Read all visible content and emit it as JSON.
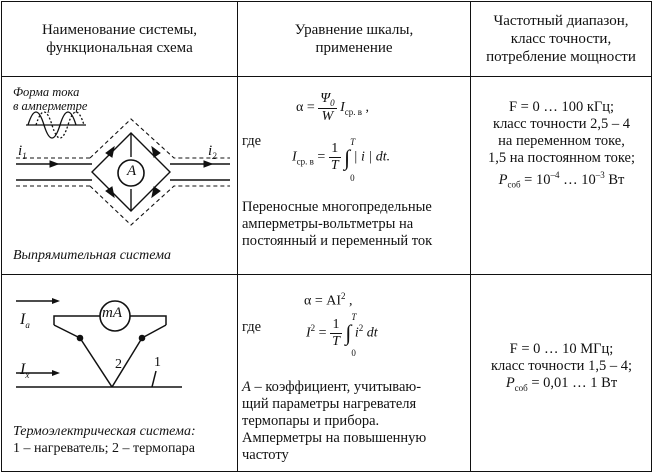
{
  "header": {
    "col1_line1": "Наименование системы,",
    "col1_line2": "функциональная схема",
    "col2_line1": "Уравнение шкалы,",
    "col2_line2": "применение",
    "col3_line1": "Частотный диапазон,",
    "col3_line2": "класс точности,",
    "col3_line3": "потребление мощности"
  },
  "rows": [
    {
      "diagram_label_top1": "Форма тока",
      "diagram_label_top2": "в амперметре",
      "current_in": "i",
      "current_in_sub": "1",
      "current_out": "i",
      "current_out_sub": "2",
      "meter_label": "A",
      "system_name": "Выпрямительная система",
      "eq1_lhs": "α =",
      "eq1_num": "Ψ",
      "eq1_num_sub": "0",
      "eq1_den": "W",
      "eq1_rhs": "I",
      "eq1_rhs_sub": "ср. в",
      "eq1_end": " ,",
      "where": "где",
      "eq2_lhs": "I",
      "eq2_lhs_sub": "ср. в",
      "eq2_eq": " = ",
      "eq2_num": "1",
      "eq2_den": "T",
      "eq2_upper": "T",
      "eq2_lower": "0",
      "eq2_body": "| i | dt.",
      "application_l1": "Переносные многопредельные",
      "application_l2": "амперметры-вольтметры на",
      "application_l3": "постоянный и переменный ток",
      "freq_l1": "F = 0 … 100 кГц;",
      "freq_l2": "класс точности  2,5 – 4",
      "freq_l3": "на переменном токе,",
      "freq_l4": "1,5 на постоянном токе;",
      "power_sym": "P",
      "power_sub": "соб",
      "power_val_a": " = 10",
      "power_exp_a": "–4",
      "power_mid": " … 10",
      "power_exp_b": "–3",
      "power_unit": " Вт"
    },
    {
      "current_a": "I",
      "current_a_sub": "a",
      "current_x": "I",
      "current_x_sub": "x",
      "meter_label": "mA",
      "node2": "2",
      "node1": "1",
      "system_name": "Термоэлектрическая система:",
      "legend": "1 – нагреватель; 2 – термопара",
      "eq1": "α = AI",
      "eq1_exp": "2",
      "eq1_end": " ,",
      "where": "где",
      "eq2_lhs": "I",
      "eq2_lhs_exp": "2",
      "eq2_eq": " = ",
      "eq2_num": "1",
      "eq2_den": "T",
      "eq2_upper": "T",
      "eq2_lower": "0",
      "eq2_body": "i",
      "eq2_body_exp": "2",
      "eq2_end": " dt",
      "coef_sym": "A",
      "coef_l1": " – коэффициент, учитываю-",
      "coef_l2": "щий параметры нагревателя",
      "coef_l3": "термопары и прибора.",
      "application_l1": "Амперметры на повышенную",
      "application_l2": "частоту",
      "freq_l1": "F = 0 … 10 МГц;",
      "freq_l2": "класс точности 1,5 – 4;",
      "power_sym": "P",
      "power_sub": "соб",
      "power_val": " = 0,01 … 1 Вт"
    }
  ]
}
